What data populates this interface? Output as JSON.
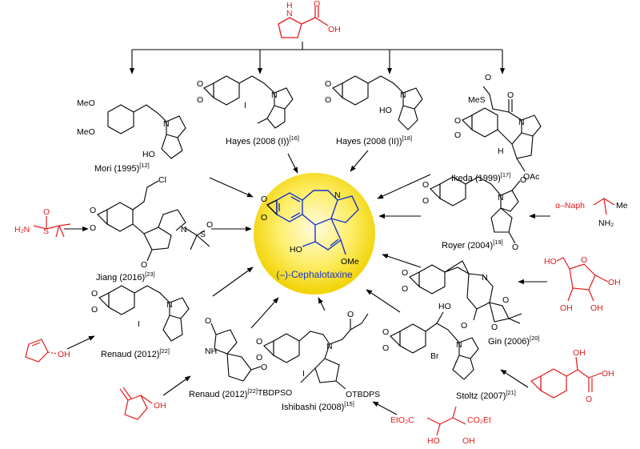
{
  "center": {
    "label": "(–)-Cephalotaxine",
    "atoms": {
      "ho": "HO",
      "ome": "OMe",
      "n": "N",
      "o1": "O",
      "o2": "O"
    }
  },
  "colors": {
    "target_core": "#1a35c8",
    "reagent": "#e31a1c",
    "line": "#000000",
    "glow_inner": "#fffbd0",
    "glow_outer": "#f3d400"
  },
  "reagents": {
    "proline": {
      "nh": "N",
      "h": "H",
      "oh": "OH",
      "o": "O"
    },
    "sulfinamide": {
      "h2n": "H₂N",
      "s": "S",
      "o": "O"
    },
    "cyclopentenol": {
      "oh": "OH"
    },
    "methylenecyclopentanol": {
      "oh": "OH"
    },
    "naphthylamine": {
      "naph": "α–Naph",
      "me": "Me",
      "nh2": "NH₂"
    },
    "ribose": {
      "oh1": "HO",
      "oh2": "OH",
      "oh3": "OH",
      "oh4": "OH",
      "o": "O"
    },
    "mandelic": {
      "oh1": "OH",
      "oh2": "OH",
      "o": "O"
    },
    "tartrate": {
      "e1": "EtO₂C",
      "e2": "CO₂Et",
      "oh1": "HO",
      "oh2": "OH"
    }
  },
  "syntheses": [
    {
      "id": "mori",
      "author": "Mori (1995)",
      "ref": "[12]",
      "atoms": [
        "MeO",
        "MeO",
        "N",
        "HO"
      ]
    },
    {
      "id": "hayes1",
      "author": "Hayes (2008 (I))",
      "ref": "[16]",
      "atoms": [
        "O",
        "O",
        "N",
        "I"
      ]
    },
    {
      "id": "hayes2",
      "author": "Hayes (2008 (II))",
      "ref": "[18]",
      "atoms": [
        "O",
        "O",
        "N",
        "HO"
      ]
    },
    {
      "id": "ikeda",
      "author": "Ikeda (1999)",
      "ref": "[17]",
      "atoms": [
        "O",
        "MeS",
        "O",
        "N",
        "H",
        "OAc",
        "O",
        "O"
      ]
    },
    {
      "id": "royer",
      "author": "Royer (2004)",
      "ref": "[19]",
      "atoms": [
        "O",
        "O",
        "N",
        "O",
        "O"
      ]
    },
    {
      "id": "jiang",
      "author": "Jiang (2016)",
      "ref": "[23]",
      "atoms": [
        "Cl",
        "O",
        "O",
        "N",
        "S",
        "O",
        "O"
      ]
    },
    {
      "id": "gin",
      "author": "Gin (2006)",
      "ref": "[20]",
      "atoms": [
        "O",
        "O",
        "N",
        "O",
        "O",
        "O"
      ]
    },
    {
      "id": "renaud1",
      "author": "Renaud (2012)",
      "ref": "[22]",
      "atoms": [
        "O",
        "O",
        "N",
        "I"
      ]
    },
    {
      "id": "renaud2",
      "author": "Renaud (2012)",
      "ref": "[22]",
      "atoms": [
        "O",
        "NH",
        "O"
      ]
    },
    {
      "id": "ishibashi",
      "author": "Ishibashi (2008)",
      "ref": "[15]",
      "atoms": [
        "O",
        "O",
        "I",
        "N",
        "O",
        "TBDPSO",
        "OTBDPS"
      ]
    },
    {
      "id": "stoltz",
      "author": "Stoltz (2007)",
      "ref": "[21]",
      "atoms": [
        "HO",
        "O",
        "O",
        "N",
        "Br"
      ]
    }
  ]
}
